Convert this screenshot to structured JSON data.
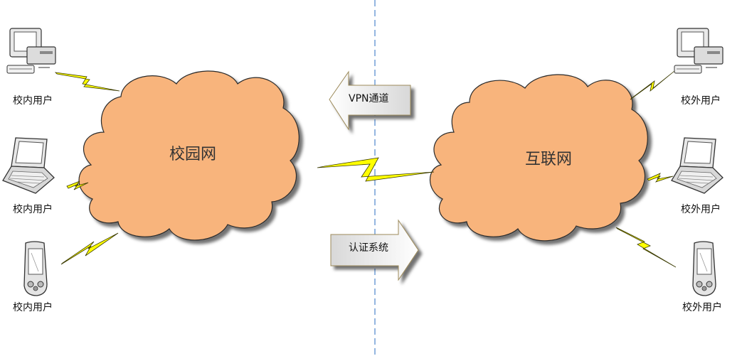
{
  "diagram": {
    "left_cloud_label": "校园网",
    "right_cloud_label": "互联网",
    "vpn_arrow_label": "VPN通道",
    "auth_arrow_label": "认证系统",
    "left_users": [
      "校内用户",
      "校内用户",
      "校内用户"
    ],
    "right_users": [
      "校外用户",
      "校外用户",
      "校外用户"
    ]
  },
  "colors": {
    "cloud_fill": "#f8b47c",
    "cloud_stroke": "#2a2a2a",
    "lightning_fill": "#ffff00",
    "divider": "#5b8fd0"
  }
}
